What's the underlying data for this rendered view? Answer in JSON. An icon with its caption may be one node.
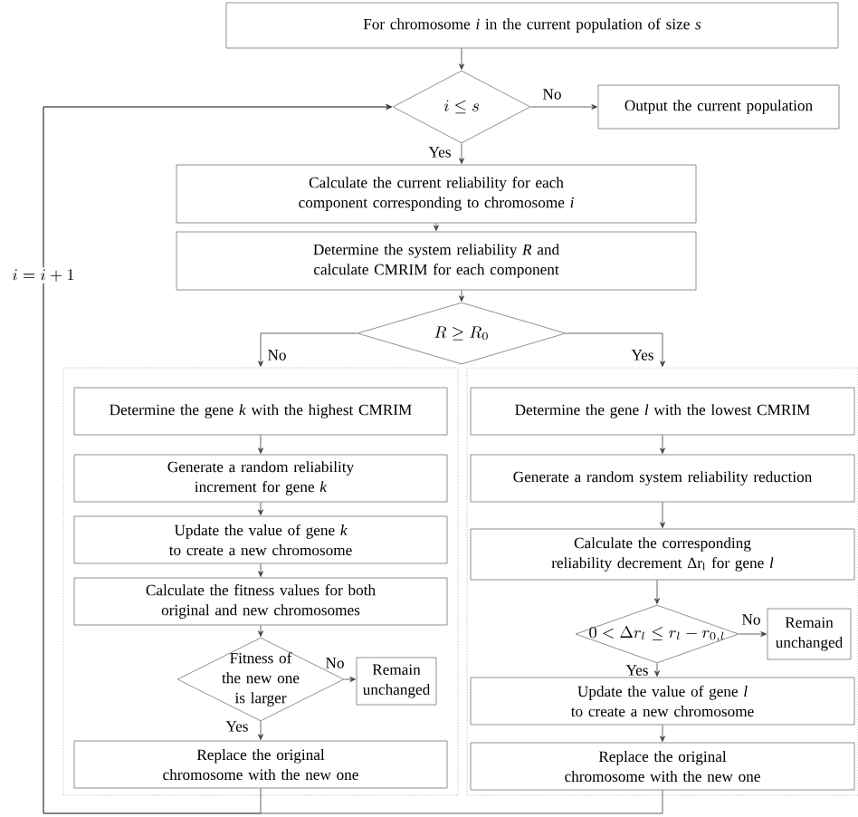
{
  "diagram": {
    "nodes": [
      {
        "text": [
          "For chromosome *i* in the current population of size *s*"
        ]
      },
      {
        "text": [
          "i \\le s"
        ]
      },
      {
        "text": [
          "Output the current population"
        ]
      },
      {
        "text": [
          "Calculate the current reliability for each component corresponding to chromosome *i*"
        ]
      },
      {
        "text": [
          "Determine the system reliability *R* and calculate CMRIM for each component"
        ]
      },
      {
        "text": [
          "R \\ge R_0"
        ]
      },
      {
        "text": [],
        "shape": "box"
      },
      {
        "text": [],
        "shape": "box"
      },
      {
        "text": [
          "Determine the gene *k* with the highest CMRIM"
        ],
        "in": 6
      },
      {
        "text": [
          "Generate a random reliability increment for gene *k*"
        ],
        "in": 6
      },
      {
        "text": [
          "Update the value of gene *k* to create a new chromosome"
        ],
        "in": 6
      },
      {
        "text": [
          "Calculate the fitness values for both original and new chromosomes"
        ],
        "in": 6
      },
      {
        "text": [
          "Fitness of the new one is larger"
        ],
        "in": 6
      },
      {
        "text": [
          "Remain unchanged"
        ],
        "in": 6
      },
      {
        "text": [
          "Replace the original chromosome with the new one"
        ],
        "in": 6
      },
      {
        "text": [
          "Determine the gene *l* with the lowest CMRIM"
        ],
        "in": 7
      },
      {
        "text": [
          "Generate a random system reliability reduction"
        ],
        "in": 7
      },
      {
        "text": [
          "Calculate the corresponding reliability decrement Δr$_{l}$ for gene *l*"
        ],
        "in": 7
      },
      {
        "text": [
          "0 < \\Delta r_l \\le r_l - r_{0,l}"
        ],
        "in": 7
      },
      {
        "text": [
          "Remain unchanged"
        ],
        "in": 7
      },
      {
        "text": [
          "Update the value of gene *l* to create a new chromosome"
        ],
        "in": 7
      },
      {
        "text": [
          "Replace the original chromosome with the new one"
        ],
        "in": 7
      }
    ],
    "edges": [
      {
        "from": 0,
        "to": 1,
        "arrow": "to"
      },
      {
        "from": 1,
        "to": 2,
        "arrow": "to",
        "label": "No"
      },
      {
        "from": 1,
        "to": 3,
        "arrow": "to",
        "label": "Yes"
      },
      {
        "from": 3,
        "to": 4,
        "arrow": "to"
      },
      {
        "from": 4,
        "to": 5,
        "arrow": "to"
      },
      {
        "from": 5,
        "to": 6,
        "arrow": "to",
        "label": "No"
      },
      {
        "from": 5,
        "to": 7,
        "arrow": "to",
        "label": "Yes"
      },
      {
        "from": 8,
        "to": 9,
        "arrow": "to"
      },
      {
        "from": 9,
        "to": 10,
        "arrow": "to"
      },
      {
        "from": 10,
        "to": 11,
        "arrow": "to"
      },
      {
        "from": 11,
        "to": 12,
        "arrow": "to"
      },
      {
        "from": 12,
        "to": 13,
        "arrow": "to",
        "label": "No"
      },
      {
        "from": 12,
        "to": 14,
        "arrow": "to",
        "label": "Yes"
      },
      {
        "from": 15,
        "to": 16,
        "arrow": "to"
      },
      {
        "from": 16,
        "to": 17,
        "arrow": "to"
      },
      {
        "from": 17,
        "to": 18,
        "arrow": "to"
      },
      {
        "from": 18,
        "to": 19,
        "arrow": "to",
        "label": "No"
      },
      {
        "from": 18,
        "to": 20,
        "arrow": "to",
        "label": "Yes"
      },
      {
        "from": 20,
        "to": 21,
        "arrow": "to"
      },
      {
        "from": 14,
        "to": 1,
        "arrow": "to",
        "label": "i = i + 1"
      },
      {
        "from": 21,
        "to": 1,
        "arrow": "to"
      }
    ]
  }
}
